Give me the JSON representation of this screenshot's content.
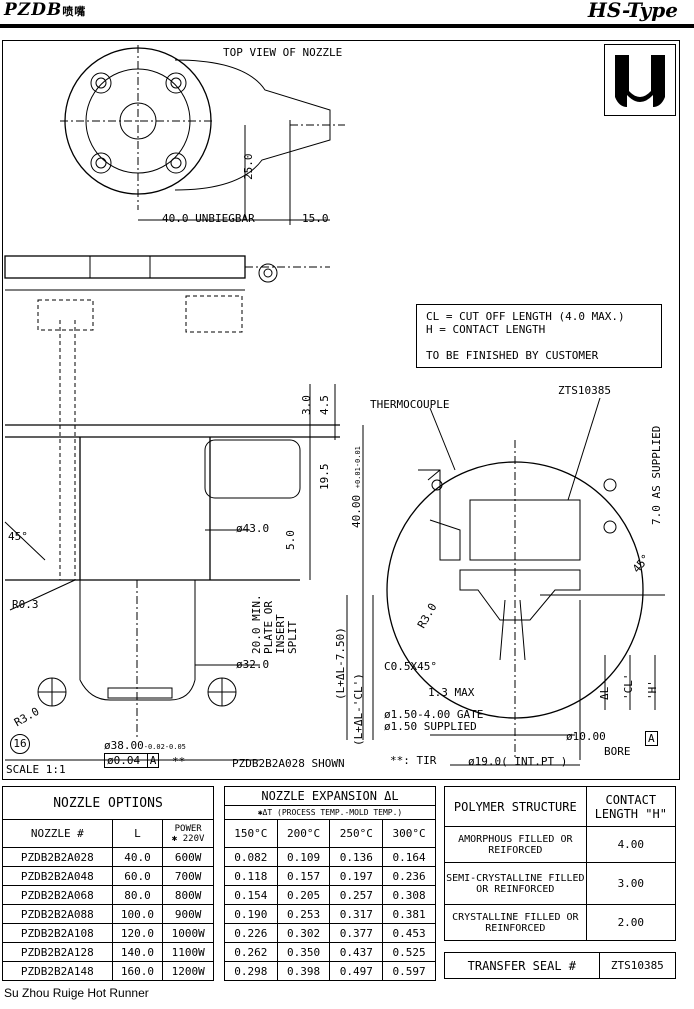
{
  "header": {
    "brand": "PZDB",
    "brand_cn": "喷嘴",
    "type": "HS-Type"
  },
  "drawing": {
    "top_view_label": "TOP VIEW OF NOZZLE",
    "dim_25": "25.0",
    "dim_40_unbiegbar": "40.0 UNBIEGBAR",
    "dim_15": "15.0",
    "note_cl": "CL = CUT OFF LENGTH (4.0 MAX.)",
    "note_h": "H  = CONTACT LENGTH",
    "note_finish": "TO BE FINISHED BY CUSTOMER",
    "dim_3": "3.0",
    "dim_45": "4.5",
    "dim_195": "19.5",
    "dim_40_tol": "40.00",
    "tol_up": "+0.01",
    "tol_dn": "-0.01",
    "thermocouple": "THERMOCOUPLE",
    "zts": "ZTS10385",
    "dim_7_as_supplied": "7.0 AS SUPPLIED",
    "angle_45": "45°",
    "dim_43": "ø43.0",
    "dim_5": "5.0",
    "r03": "R0.3",
    "min_plate": "20.0 MIN.",
    "plate_or": "PLATE OR",
    "insert": "INSERT",
    "split": "SPLIT",
    "dim_32": "ø32.0",
    "l_dl_750": "(L+ΔL-7.50)",
    "l_dl_cl": "(L+ΔL-'CL')",
    "c05": "C0.5X45°",
    "r30a": "R3.0",
    "r30b": "R3.0",
    "max13": "1.3 MAX",
    "dl": "ΔL",
    "cl": "'CL'",
    "h": "'H'",
    "gate": "ø1.50-4.00 GATE",
    "supplied": "ø1.50 SUPPLIED",
    "dim_10": "ø10.00",
    "bore": "BORE",
    "datum_a": "A",
    "dim_38": "ø38.00",
    "tol38_up": "-0.02",
    "tol38_dn": "-0.05",
    "conc": "ø0.04",
    "conc_ref": "A",
    "stars": "**",
    "badge_16": "16",
    "scale": "SCALE 1:1",
    "shown": "PZDB2B2A028 SHOWN",
    "tir": "**: TIR",
    "dim_19": "ø19.0( INT.PT )",
    "ang45b": "45°"
  },
  "options": {
    "title": "NOZZLE OPTIONS",
    "headers": [
      "NOZZLE #",
      "L",
      "POWER",
      "✱ 220V"
    ],
    "rows": [
      [
        "PZDB2B2A028",
        "40.0",
        "600W"
      ],
      [
        "PZDB2B2A048",
        "60.0",
        "700W"
      ],
      [
        "PZDB2B2A068",
        "80.0",
        "800W"
      ],
      [
        "PZDB2B2A088",
        "100.0",
        "900W"
      ],
      [
        "PZDB2B2A108",
        "120.0",
        "1000W"
      ],
      [
        "PZDB2B2A128",
        "140.0",
        "1100W"
      ],
      [
        "PZDB2B2A148",
        "160.0",
        "1200W"
      ]
    ]
  },
  "expansion": {
    "title": "NOZZLE EXPANSION ΔL",
    "subtitle_a": "✱ΔT",
    "subtitle_b": "(PROCESS TEMP.-MOLD TEMP.)",
    "temps": [
      "150°C",
      "200°C",
      "250°C",
      "300°C"
    ],
    "rows": [
      [
        "0.082",
        "0.109",
        "0.136",
        "0.164"
      ],
      [
        "0.118",
        "0.157",
        "0.197",
        "0.236"
      ],
      [
        "0.154",
        "0.205",
        "0.257",
        "0.308"
      ],
      [
        "0.190",
        "0.253",
        "0.317",
        "0.381"
      ],
      [
        "0.226",
        "0.302",
        "0.377",
        "0.453"
      ],
      [
        "0.262",
        "0.350",
        "0.437",
        "0.525"
      ],
      [
        "0.298",
        "0.398",
        "0.497",
        "0.597"
      ]
    ]
  },
  "polymer": {
    "h1": "POLYMER STRUCTURE",
    "h2": "CONTACT LENGTH \"H\"",
    "rows": [
      [
        "AMORPHOUS FILLED OR REIFORCED",
        "4.00"
      ],
      [
        "SEMI-CRYSTALLINE FILLED OR REINFORCED",
        "3.00"
      ],
      [
        "CRYSTALLINE FILLED OR REINFORCED",
        "2.00"
      ]
    ],
    "seal_label": "TRANSFER SEAL #",
    "seal_value": "ZTS10385"
  },
  "footer": "Su Zhou Ruige Hot Runner"
}
